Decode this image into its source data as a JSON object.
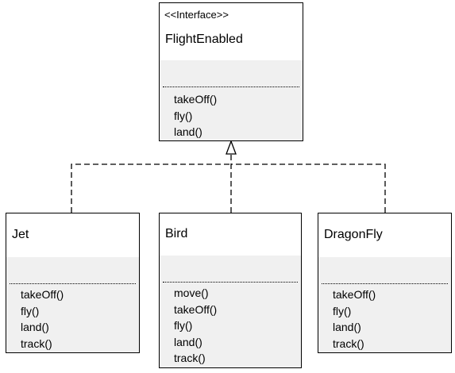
{
  "interface": {
    "stereotype": "<<Interface>>",
    "name": "FlightEnabled",
    "operations": [
      "takeOff()",
      "fly()",
      "land()"
    ]
  },
  "classes": [
    {
      "id": "jet",
      "name": "Jet",
      "operations": [
        "takeOff()",
        "fly()",
        "land()",
        "track()"
      ]
    },
    {
      "id": "bird",
      "name": "Bird",
      "operations": [
        "move()",
        "takeOff()",
        "fly()",
        "land()",
        "track()"
      ]
    },
    {
      "id": "dragonfly",
      "name": "DragonFly",
      "operations": [
        "takeOff()",
        "fly()",
        "land()",
        "track()"
      ]
    }
  ],
  "relationship": "realization"
}
